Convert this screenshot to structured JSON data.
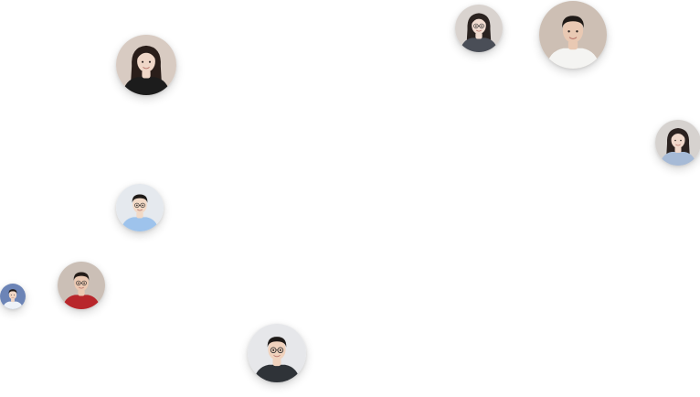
{
  "avatars": [
    {
      "id": "a1",
      "icon": "woman-long-hair-avatar",
      "bg": "#d8cbc2",
      "skin": "#f0d7c8",
      "hair": "#2a1e1a",
      "shirt": "#1c1c1c"
    },
    {
      "id": "a2",
      "icon": "woman-glasses-avatar",
      "bg": "#d9d3cf",
      "skin": "#f1dcd0",
      "hair": "#2b2320",
      "shirt": "#4a4e57"
    },
    {
      "id": "a3",
      "icon": "man-white-shirt-avatar",
      "bg": "#cdbfb4",
      "skin": "#e9c9b3",
      "hair": "#1f1a17",
      "shirt": "#f4f4f2"
    },
    {
      "id": "a4",
      "icon": "woman-blue-shirt-avatar",
      "bg": "#d6d2cf",
      "skin": "#f0d8cb",
      "hair": "#2b2220",
      "shirt": "#a6bad6"
    },
    {
      "id": "a5",
      "icon": "man-glasses-blue-shirt-avatar",
      "bg": "#e5e9ee",
      "skin": "#f2d9c6",
      "hair": "#1f1b18",
      "shirt": "#9ec3ec"
    },
    {
      "id": "a6",
      "icon": "man-glasses-red-shirt-avatar",
      "bg": "#cbbfb6",
      "skin": "#ecc9b2",
      "hair": "#241c18",
      "shirt": "#b8262b"
    },
    {
      "id": "a7",
      "icon": "man-small-avatar",
      "bg": "#6c84b6",
      "skin": "#f1d6c4",
      "hair": "#221c1a",
      "shirt": "#eef2f8"
    },
    {
      "id": "a8",
      "icon": "man-glasses-dark-jacket-avatar",
      "bg": "#e6e7ea",
      "skin": "#f0d2bd",
      "hair": "#1e1a18",
      "shirt": "#2f3338"
    }
  ]
}
